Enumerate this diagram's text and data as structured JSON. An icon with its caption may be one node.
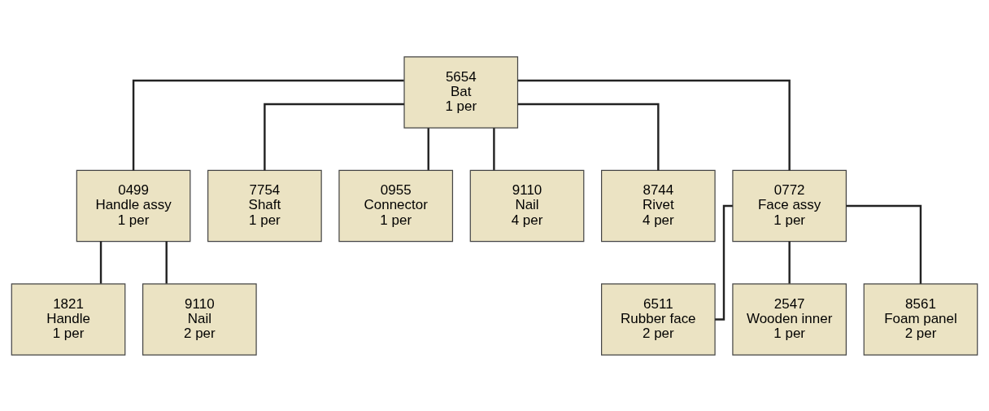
{
  "diagram": {
    "nodes": [
      {
        "text": [
          "5654",
          "Bat",
          "1 per"
        ]
      },
      {
        "text": [
          "0499",
          "Handle assy",
          "1 per"
        ]
      },
      {
        "text": [
          "7754",
          "Shaft",
          "1 per"
        ]
      },
      {
        "text": [
          "0955",
          "Connector",
          "1 per"
        ]
      },
      {
        "text": [
          "9110",
          "Nail",
          "4 per"
        ]
      },
      {
        "text": [
          "8744",
          "Rivet",
          "4 per"
        ]
      },
      {
        "text": [
          "0772",
          "Face assy",
          "1 per"
        ]
      },
      {
        "text": [
          "1821",
          "Handle",
          "1 per"
        ]
      },
      {
        "text": [
          "9110",
          "Nail",
          "2 per"
        ]
      },
      {
        "text": [
          "6511",
          "Rubber face",
          "2 per"
        ]
      },
      {
        "text": [
          "2547",
          "Wooden inner",
          "1 per"
        ]
      },
      {
        "text": [
          "8561",
          "Foam panel",
          "2 per"
        ]
      }
    ],
    "edges": [
      {
        "from": 0,
        "to": 1,
        "arrow": "none"
      },
      {
        "from": 0,
        "to": 2,
        "arrow": "none"
      },
      {
        "from": 0,
        "to": 3,
        "arrow": "none"
      },
      {
        "from": 0,
        "to": 4,
        "arrow": "none"
      },
      {
        "from": 0,
        "to": 5,
        "arrow": "none"
      },
      {
        "from": 0,
        "to": 6,
        "arrow": "none"
      },
      {
        "from": 1,
        "to": 7,
        "arrow": "none"
      },
      {
        "from": 1,
        "to": 8,
        "arrow": "none"
      },
      {
        "from": 6,
        "to": 9,
        "arrow": "none"
      },
      {
        "from": 6,
        "to": 10,
        "arrow": "none"
      },
      {
        "from": 6,
        "to": 11,
        "arrow": "none"
      }
    ]
  }
}
